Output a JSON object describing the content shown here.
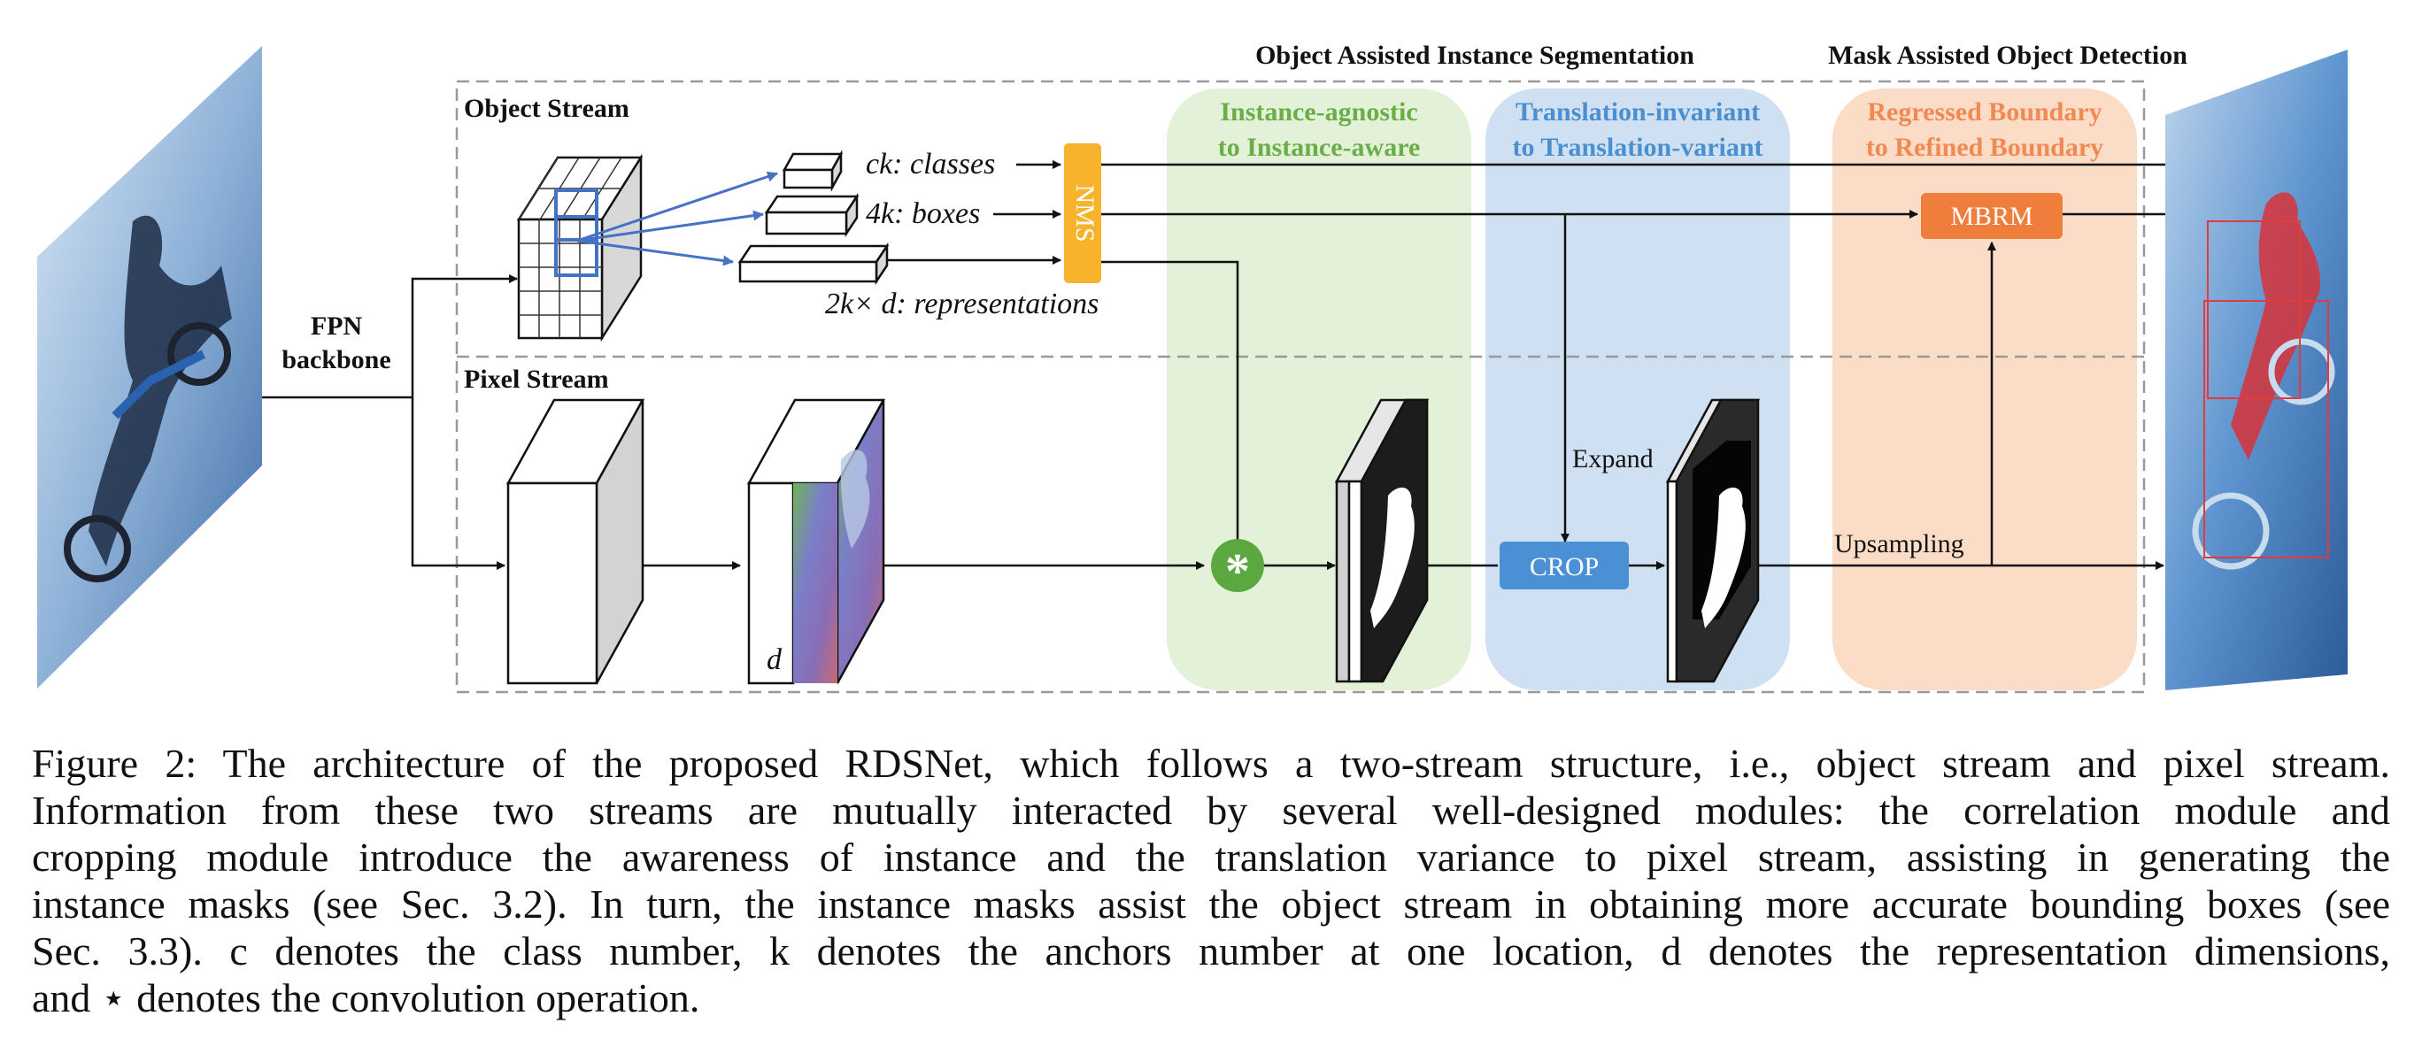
{
  "figure": {
    "top_labels": {
      "oais": "Object Assisted Instance Segmentation",
      "maod": "Mask Assisted Object Detection"
    },
    "stream_labels": {
      "object": "Object Stream",
      "pixel": "Pixel Stream"
    },
    "backbone": [
      "FPN",
      "backbone"
    ],
    "head_outputs": {
      "classes": "ck: classes",
      "boxes": "4k: boxes",
      "representations": "2k× d: representations"
    },
    "nms": "NMS",
    "panels": {
      "green": [
        "Instance-agnostic",
        "to Instance-aware"
      ],
      "blue": [
        "Translation-invariant",
        "to Translation-variant"
      ],
      "orange": [
        "Regressed Boundary",
        "to Refined Boundary"
      ]
    },
    "mbrm": "MBRM",
    "crop": "CROP",
    "expand": "Expand",
    "upsampling": "Upsampling",
    "d_label": "d",
    "conv_symbol": "*",
    "colors": {
      "green_panel": "#e3f1d8",
      "blue_panel": "#cfe0f2",
      "orange_panel": "#fbdcc7",
      "green_text": "#6aae47",
      "blue_text": "#4a8fd0",
      "orange_text": "#f08a52",
      "nms_box": "#f7b32b",
      "mbrm_box": "#ef7d3c",
      "crop_box": "#4b8fd4",
      "arrow_blue": "#4472c4"
    }
  },
  "caption": {
    "lines": [
      "Figure 2: The architecture of the proposed RDSNet, which follows a two-stream structure, i.e., object stream and pixel stream.",
      "Information from these two streams are mutually interacted by several well-designed modules: the correlation module and",
      "cropping module introduce the awareness of instance and the translation variance to pixel stream, assisting in generating the",
      "instance masks (see Sec. 3.2). In turn, the instance masks assist the object stream in obtaining more accurate bounding boxes (see",
      "Sec. 3.3). c denotes the class number, k denotes the anchors number at one location, d denotes the representation dimensions,",
      "and ⋆ denotes the convolution operation."
    ]
  }
}
